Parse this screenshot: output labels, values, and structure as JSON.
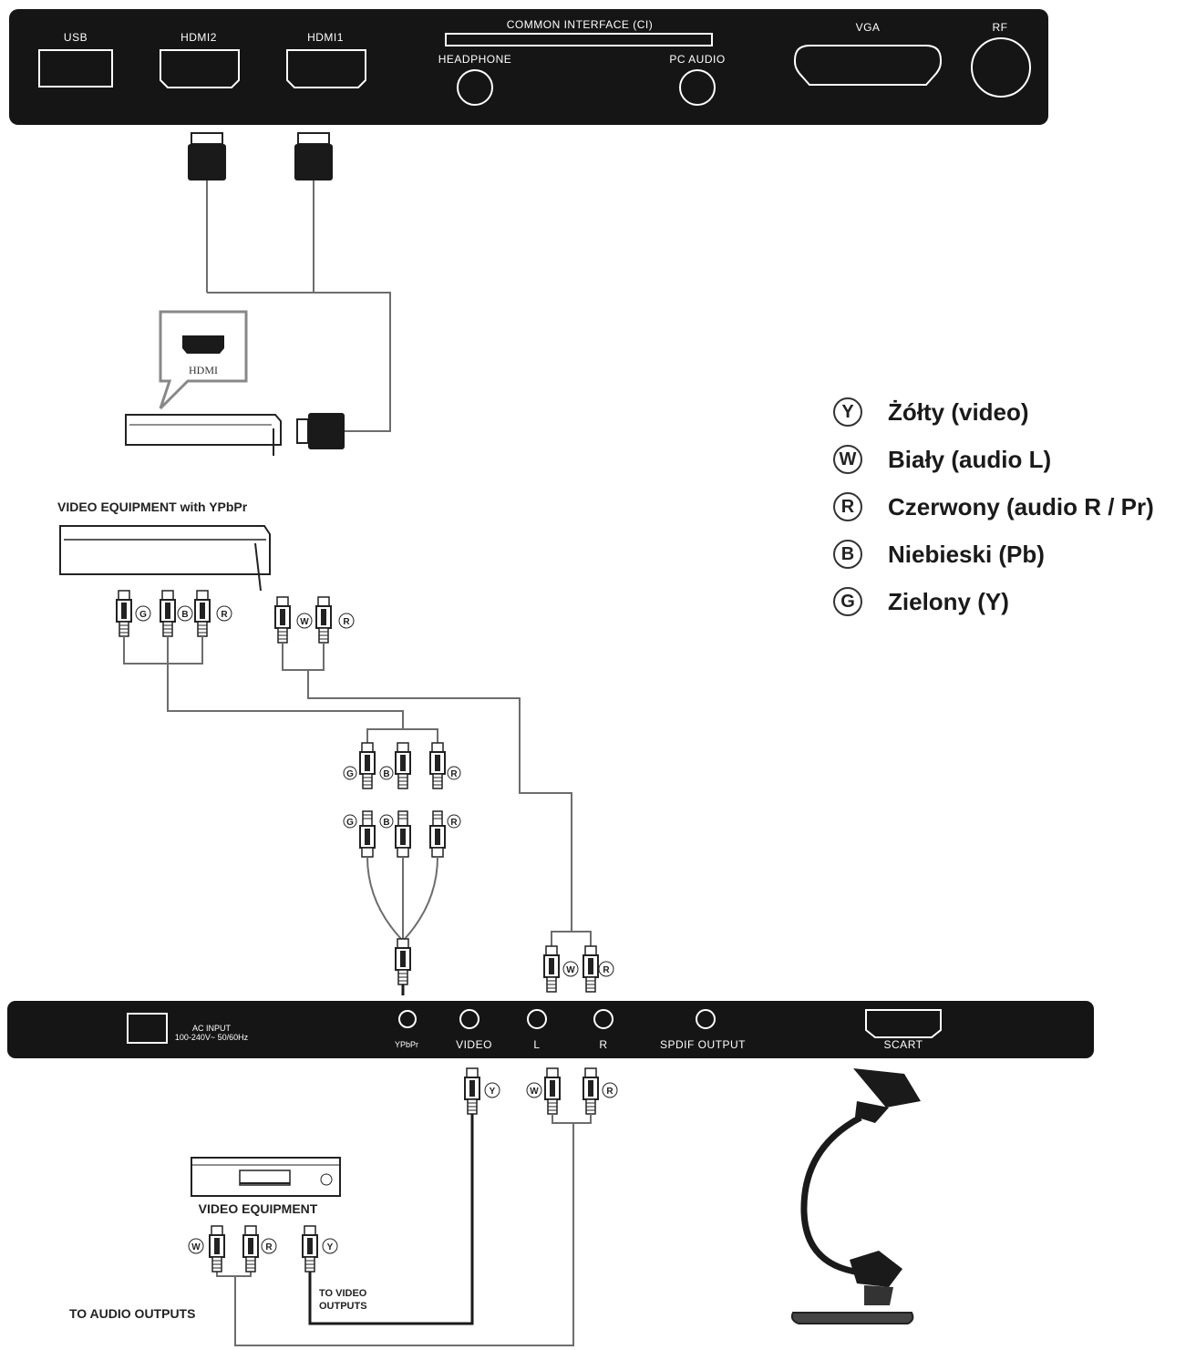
{
  "top_panel": {
    "usb": "USB",
    "hdmi2": "HDMI2",
    "hdmi1": "HDMI1",
    "ci": "COMMON INTERFACE (CI)",
    "headphone": "HEADPHONE",
    "pc_audio": "PC AUDIO",
    "vga": "VGA",
    "rf": "RF"
  },
  "hdmi_device": {
    "bubble_label": "HDMI"
  },
  "ypbpr_device": {
    "title": "VIDEO EQUIPMENT with YPbPr"
  },
  "connector_letters": {
    "g": "G",
    "b": "B",
    "r": "R",
    "w": "W",
    "y": "Y"
  },
  "bottom_panel": {
    "ac_input_line1": "AC INPUT",
    "ac_input_line2": "100-240V~ 50/60Hz",
    "ypbpr": "YPbPr",
    "video": "VIDEO",
    "l": "L",
    "r": "R",
    "spdif": "SPDIF OUTPUT",
    "scart": "SCART"
  },
  "video_equipment": {
    "title": "VIDEO EQUIPMENT",
    "to_audio": "TO AUDIO OUTPUTS",
    "to_video_line1": "TO VIDEO",
    "to_video_line2": "OUTPUTS"
  },
  "legend": [
    {
      "letter": "Y",
      "text": "Żółty (video)"
    },
    {
      "letter": "W",
      "text": "Biały (audio L)"
    },
    {
      "letter": "R",
      "text": "Czerwony (audio R / Pr)"
    },
    {
      "letter": "B",
      "text": "Niebieski (Pb)"
    },
    {
      "letter": "G",
      "text": "Zielony (Y)"
    }
  ]
}
